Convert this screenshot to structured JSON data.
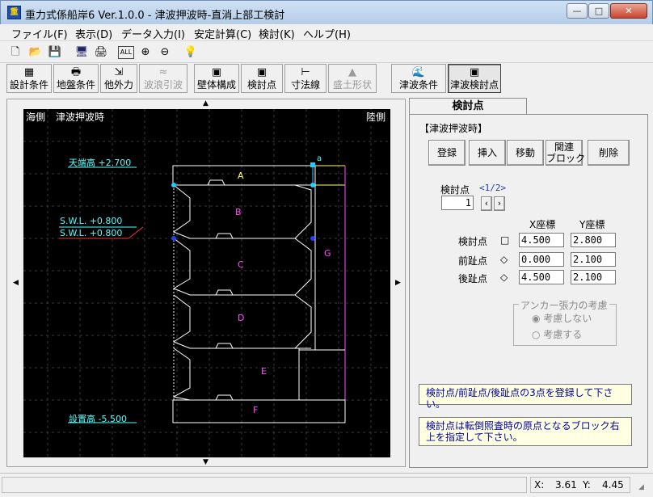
{
  "title": "重力式係船岸6 Ver.1.0.0 - 津波押波時-直消上部工検討",
  "window_buttons": {
    "minimize": "—",
    "maximize": "□",
    "close": "✕"
  },
  "menu": [
    {
      "label": "ファイル(F)"
    },
    {
      "label": "表示(D)"
    },
    {
      "label": "データ入力(I)"
    },
    {
      "label": "安定計算(C)"
    },
    {
      "label": "検討(K)"
    },
    {
      "label": "ヘルプ(H)"
    }
  ],
  "toolbar_icons": [
    "new-file-icon",
    "open-folder-icon",
    "save-disk-icon",
    "monitor-icon",
    "printer-icon",
    "all-icon",
    "zoom-in-icon",
    "zoom-out-icon",
    "help-bulb-icon"
  ],
  "toolbar_all_label": "ALL",
  "big_buttons": [
    {
      "label": "設計条件",
      "enabled": true
    },
    {
      "label": "地盤条件",
      "enabled": true
    },
    {
      "label": "他外力",
      "enabled": true
    },
    {
      "label": "波浪引波",
      "enabled": false
    },
    {
      "label": "壁体構成",
      "enabled": true
    },
    {
      "label": "検討点",
      "enabled": true
    },
    {
      "label": "寸法線",
      "enabled": true
    },
    {
      "label": "盛土形状",
      "enabled": false
    },
    {
      "label": "津波条件",
      "enabled": true
    },
    {
      "label": "津波検討点",
      "enabled": true,
      "pressed": true
    }
  ],
  "canvas": {
    "left_label": "海側",
    "case_label": "津波押波時",
    "right_label": "陸側",
    "level_top": "天端高 +2.700",
    "swl1": "S.W.L. +0.800",
    "swl2": "S.W.L. +0.800",
    "level_bottom": "設置高 -5.500",
    "blocks": [
      "A",
      "B",
      "C",
      "D",
      "E",
      "F",
      "G"
    ],
    "point_label": "a"
  },
  "panel": {
    "tab": "検討点",
    "case": "【津波押波時】",
    "buttons": {
      "register": "登録",
      "insert": "挿入",
      "move": "移動",
      "related_block": "関連\nブロック",
      "delete": "削除"
    },
    "point_label": "検討点",
    "point_page": "<1/2>",
    "point_no": "1",
    "x_header": "X座標",
    "y_header": "Y座標",
    "rows": [
      {
        "label": "検討点",
        "marker": "□",
        "x": "4.500",
        "y": "2.800"
      },
      {
        "label": "前趾点",
        "marker": "◇",
        "x": "0.000",
        "y": "2.100"
      },
      {
        "label": "後趾点",
        "marker": "◇",
        "x": "4.500",
        "y": "2.100"
      }
    ],
    "anchor_group": "アンカー張力の考慮",
    "anchor_opts": [
      "考慮しない",
      "考慮する"
    ],
    "msg1": "検討点/前趾点/後趾点の3点を登録して下さい。",
    "msg2": "検討点は転倒照査時の原点となるブロック右上を指定して下さい。"
  },
  "status": {
    "x_label": "X:",
    "x": "3.61",
    "y_label": "Y:",
    "y": "4.45"
  },
  "colors": {
    "cyan": "#5ff",
    "magenta": "#ff4fff",
    "yellow": "#ffff66",
    "red": "#ff3030",
    "blue": "#2040ff",
    "node": "#2cf"
  }
}
